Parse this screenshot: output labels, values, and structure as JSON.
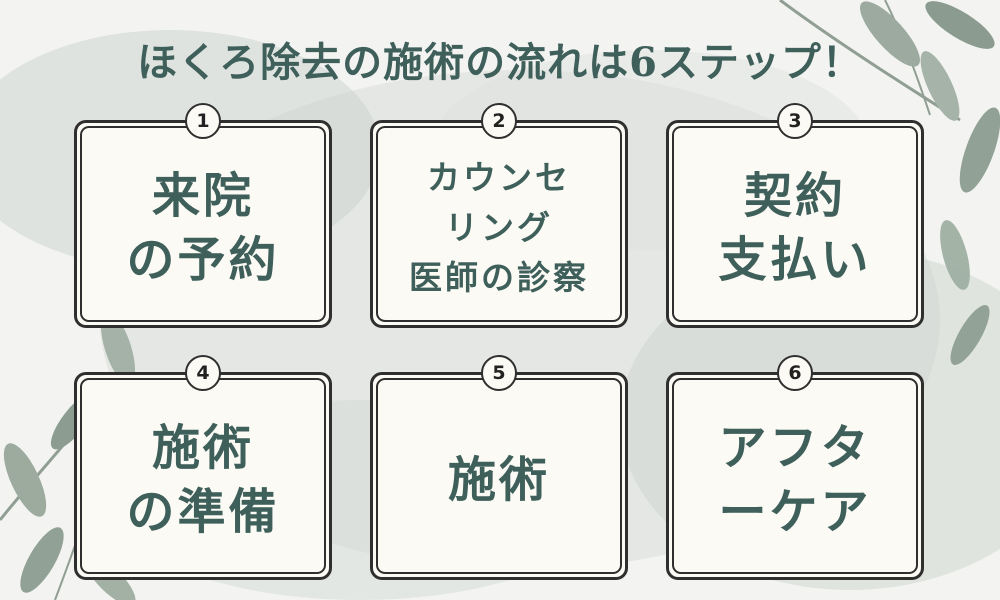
{
  "title": "ほくろ除去の施術の流れは6ステップ！",
  "steps": [
    {
      "number": "1",
      "lines": [
        "来院",
        "の予約"
      ]
    },
    {
      "number": "2",
      "lines": [
        "カウンセ",
        "リング",
        "医師の診察"
      ]
    },
    {
      "number": "3",
      "lines": [
        "契約",
        "支払い"
      ]
    },
    {
      "number": "4",
      "lines": [
        "施術",
        "の準備"
      ]
    },
    {
      "number": "5",
      "lines": [
        "施術"
      ]
    },
    {
      "number": "6",
      "lines": [
        "アフタ",
        "ーケア"
      ]
    }
  ]
}
